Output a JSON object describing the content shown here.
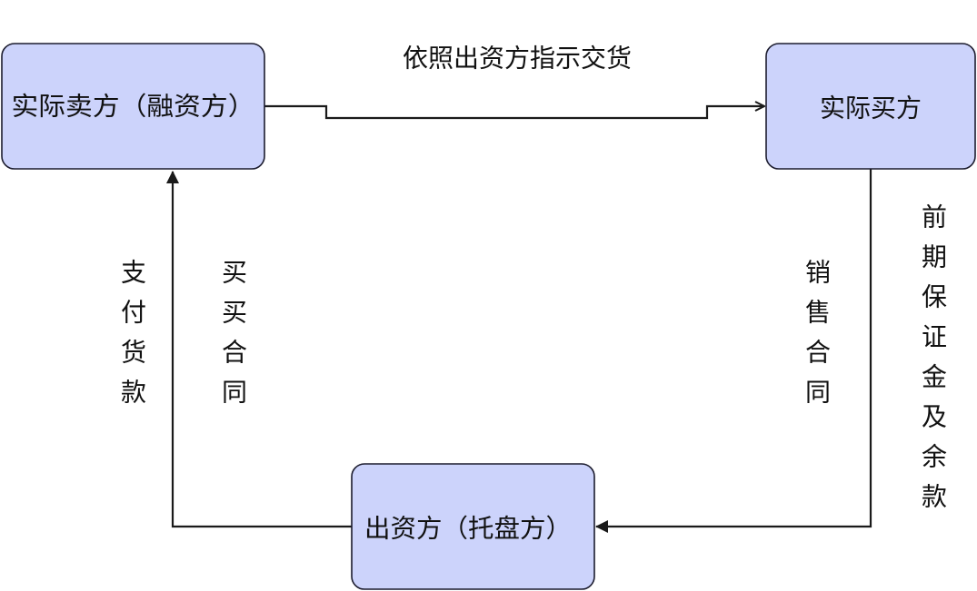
{
  "nodes": {
    "seller": {
      "label": "实际卖方（融资方）"
    },
    "buyer": {
      "label": "实际买方"
    },
    "financier": {
      "label": "出资方（托盘方）"
    }
  },
  "edges": {
    "seller_to_buyer": {
      "label": "依照出资方指示交货"
    },
    "financier_to_seller_payment": {
      "label": [
        "支",
        "付",
        "货",
        "款"
      ]
    },
    "financier_to_seller_contract": {
      "label": [
        "买",
        "买",
        "合",
        "同"
      ]
    },
    "buyer_to_financier_contract": {
      "label": [
        "销",
        "售",
        "合",
        "同"
      ]
    },
    "buyer_to_financier_deposit": {
      "label": [
        "前",
        "期",
        "保",
        "证",
        "金",
        "及",
        "余",
        "款"
      ]
    }
  }
}
